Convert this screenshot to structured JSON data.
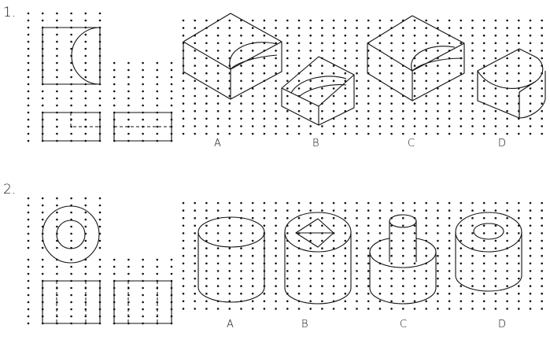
{
  "problems": [
    {
      "number": "1.",
      "options": [
        "A",
        "B",
        "C",
        "D"
      ]
    },
    {
      "number": "2.",
      "options": [
        "A",
        "B",
        "C",
        "D"
      ]
    }
  ]
}
